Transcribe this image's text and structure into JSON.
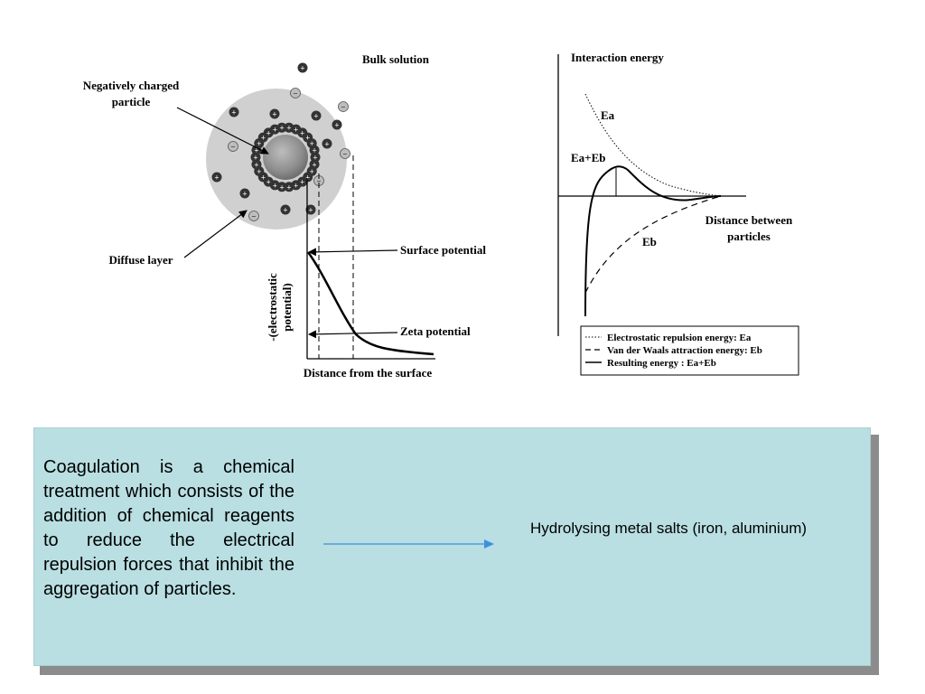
{
  "left_diagram": {
    "bulk_solution": "Bulk solution",
    "particle_label_1": "Negatively charged",
    "particle_label_2": "particle",
    "diffuse_layer": "Diffuse layer",
    "surface_potential": "Surface potential",
    "zeta_potential": "Zeta potential",
    "y_axis_line1": "-(electrostatic",
    "y_axis_line2": "potential)",
    "x_axis": "Distance from the surface",
    "plus_sign": "+",
    "minus_sign": "−"
  },
  "right_diagram": {
    "y_axis": "Interaction energy",
    "x_axis_line1": "Distance between",
    "x_axis_line2": "particles",
    "curve_ea": "Ea",
    "curve_eaeb": "Ea+Eb",
    "curve_eb": "Eb",
    "legend": [
      "Electrostatic repulsion energy: Ea",
      "Van der Waals attraction energy: Eb",
      "Resulting energy : Ea+Eb"
    ]
  },
  "info_box": {
    "left_text": "Coagulation is a chemical treatment which consists of the addition of chemical reagents to reduce the electrical repulsion forces that inhibit the aggregation of particles.",
    "right_text": "Hydrolysing metal salts (iron, aluminium)"
  },
  "colors": {
    "box_background": "#b9dfe2",
    "box_shadow": "#8c8c8c",
    "arrow": "#3d8fe0",
    "halo": "#cfcfcf",
    "ion": "#333333"
  }
}
